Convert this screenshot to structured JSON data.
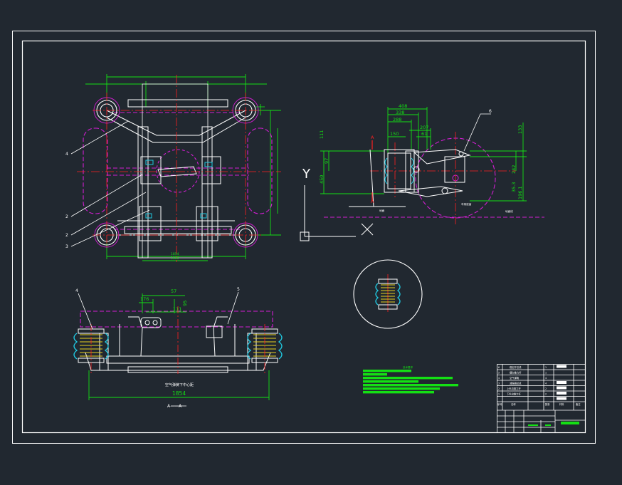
{
  "canvas": {
    "background": "#212830",
    "frame": "#ffffff"
  },
  "colors": {
    "white": "#ffffff",
    "green": "#14e014",
    "magenta": "#d21ed2",
    "red": "#ff2020",
    "cyan": "#20c8e0",
    "yellow": "#e8d020"
  },
  "plan_view": {
    "callouts": [
      "4",
      "2",
      "2",
      "3"
    ],
    "dims_bottom": [
      "1854",
      "1800"
    ]
  },
  "side_view": {
    "dims_top": [
      "408",
      "338",
      "288",
      "207",
      "150",
      "61"
    ],
    "dims_left": [
      "111",
      "450",
      "97"
    ],
    "dims_right": [
      "133",
      "242",
      "35.3",
      "196.1"
    ],
    "section_mark": "A",
    "callout": "6",
    "label_left": "地面",
    "label_mid": "车架底面",
    "label_right": "地面线"
  },
  "ucs": {
    "y": "Y"
  },
  "front_view": {
    "dims": [
      "57",
      "176",
      "111",
      "95"
    ],
    "callouts": [
      "4",
      "5"
    ],
    "caption": "空气弹簧下中心距",
    "width_dim": "1854",
    "section_title": "A——A"
  },
  "notes": {
    "title": "技术要求"
  },
  "title_block": {
    "rows": [
      {
        "no": "6",
        "name": "稳定杆总成",
        "qty": "1"
      },
      {
        "no": "5",
        "name": "横向推力杆",
        "qty": "1"
      },
      {
        "no": "4",
        "name": "空气弹簧",
        "qty": "4"
      },
      {
        "no": "3",
        "name": "减振器总成",
        "qty": "4"
      },
      {
        "no": "2",
        "name": "上纵向推力杆",
        "qty": "2"
      },
      {
        "no": "1",
        "name": "下纵向推力杆",
        "qty": "2"
      }
    ],
    "header": {
      "no": "序号",
      "name": "名称",
      "qty": "数量",
      "mat": "材料",
      "note": "备注"
    }
  }
}
